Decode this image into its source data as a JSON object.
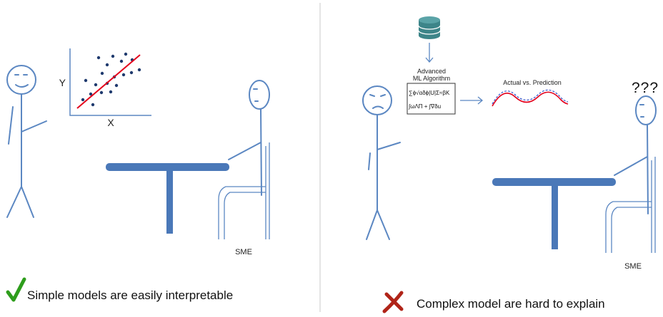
{
  "left_panel": {
    "axis_y_label": "Y",
    "axis_x_label": "X",
    "sme_label": "SME",
    "caption": "Simple models are easily interpretable",
    "caption_icon": "check-mark-icon",
    "caption_icon_color": "#2e9d1c"
  },
  "right_panel": {
    "algorithm_title_line1": "Advanced",
    "algorithm_title_line2": "ML Algorithm",
    "formula_line1": "∑ϕ√αδϕ|U|Σ≈βΚ",
    "formula_line2": "∫ωΛΠ + ∫∇δu",
    "chart_title": "Actual vs. Prediction",
    "confused_marks": "???",
    "sme_label": "SME",
    "caption": "Complex model are hard to explain",
    "caption_icon": "x-mark-icon",
    "caption_icon_color": "#b02418"
  },
  "colors": {
    "figure_stroke": "#5b87c2",
    "table_fill": "#4a78b8",
    "regression_line": "#e3001b",
    "scatter_points": "#1f3a6e",
    "database_icon": "#3d8589",
    "divider": "#c8c8c8"
  }
}
